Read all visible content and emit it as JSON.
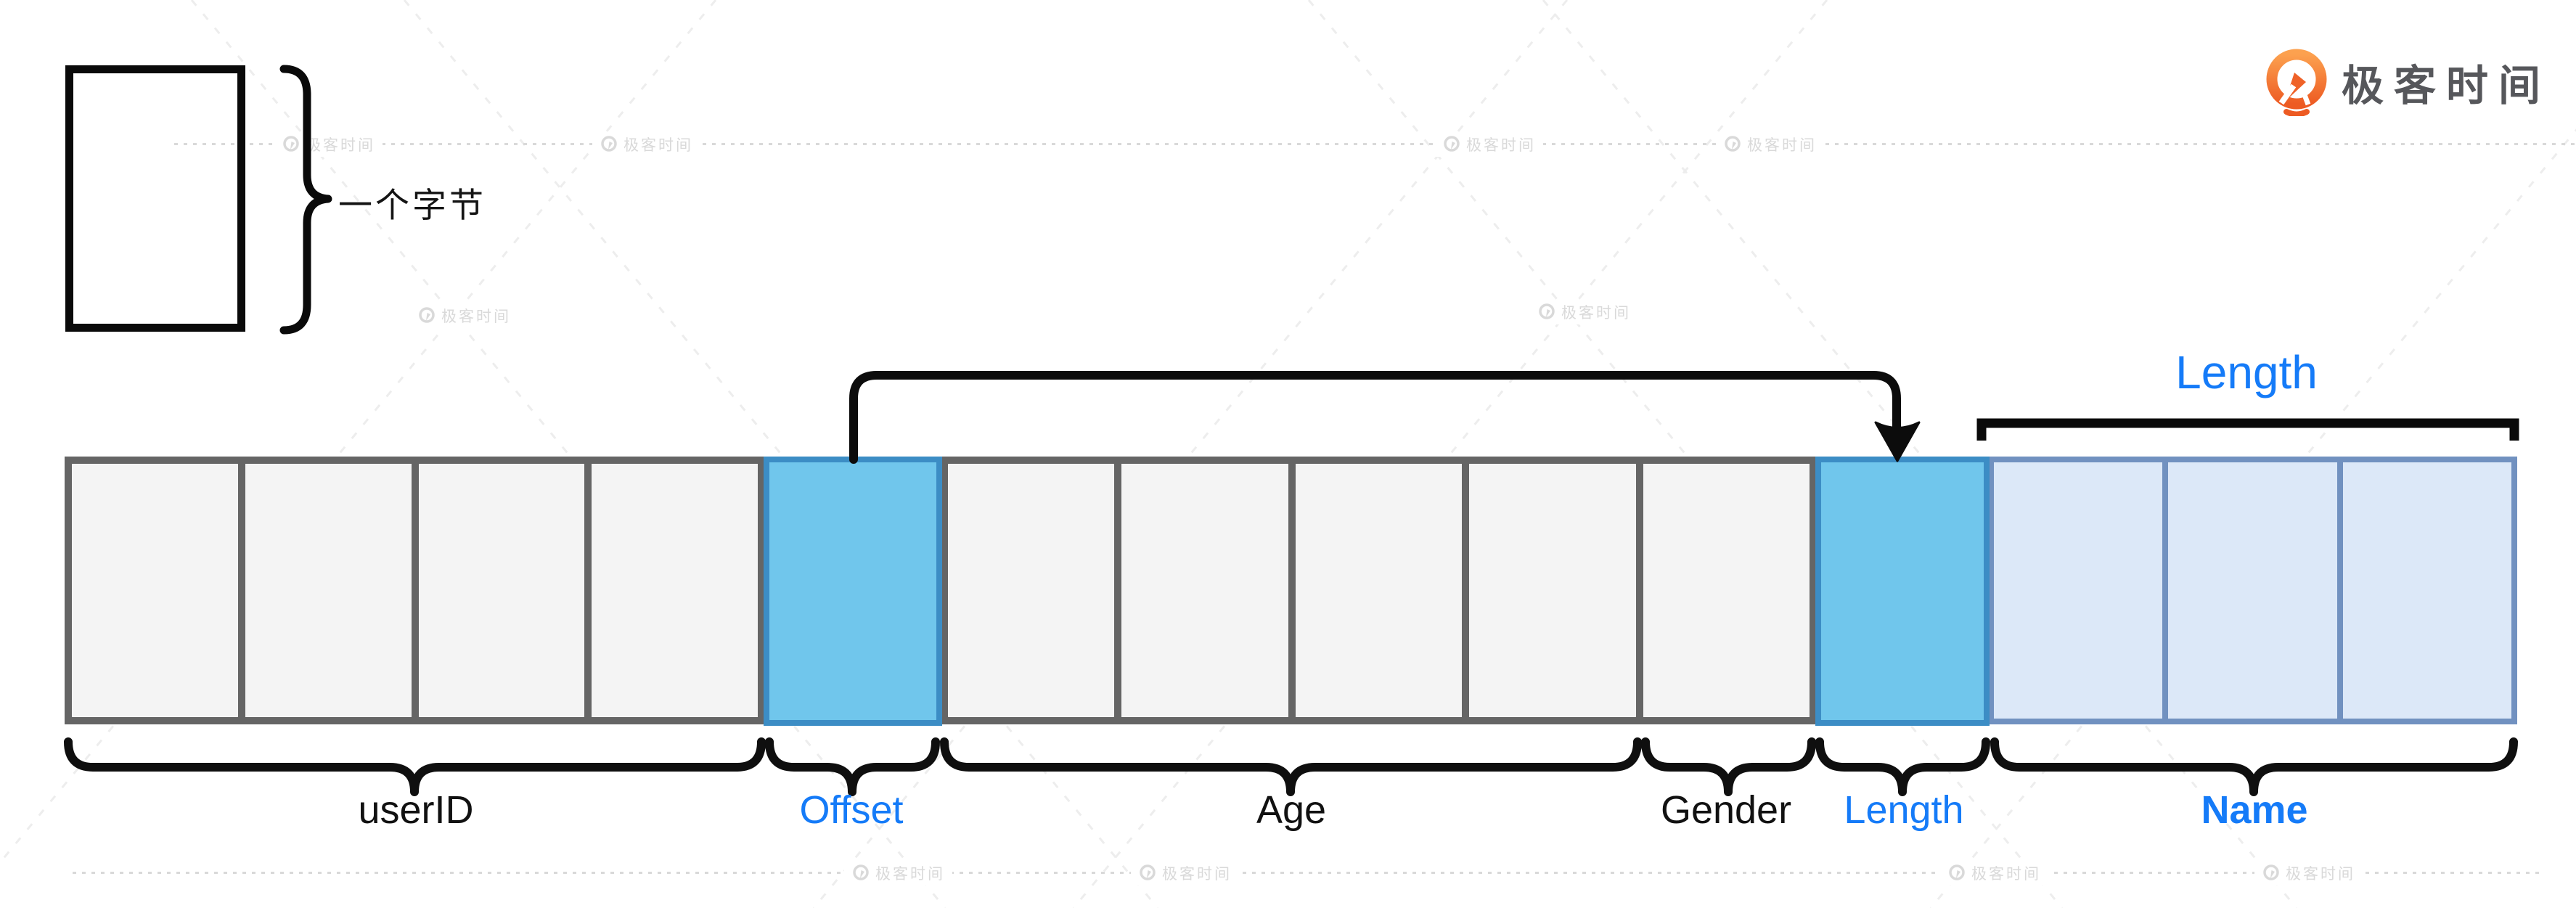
{
  "logo": {
    "text": "极客时间",
    "icon": "geektime-q-icon",
    "brand_orange": "#ee5b23",
    "text_color": "#56575b"
  },
  "byte_legend": {
    "label": "一个字节"
  },
  "top_annotation": {
    "label": "Length",
    "color": "#157bf8"
  },
  "fields": [
    {
      "name": "userID",
      "cells": 4,
      "style": "plain",
      "label_color": "#111111"
    },
    {
      "name": "Offset",
      "cells": 1,
      "style": "highlight",
      "label_color": "#157bf8"
    },
    {
      "name": "Age",
      "cells": 4,
      "style": "plain",
      "label_color": "#111111"
    },
    {
      "name": "Gender",
      "cells": 1,
      "style": "plain",
      "label_color": "#111111"
    },
    {
      "name": "Length",
      "cells": 1,
      "style": "highlight",
      "label_color": "#157bf8"
    },
    {
      "name": "Name",
      "cells": 3,
      "style": "light",
      "label_color": "#157bf8",
      "bold": true
    }
  ],
  "colors": {
    "cell_fill": "#f4f4f4",
    "cell_border": "#656565",
    "highlight_fill": "#70c6ec",
    "highlight_border": "#3c8dc5",
    "light_fill": "#dce8f8",
    "light_border": "#7191c0",
    "annotation_blue": "#157bf8",
    "ink": "#111111"
  },
  "watermark": {
    "text": "极客时间",
    "color": "#d9d9d9"
  }
}
